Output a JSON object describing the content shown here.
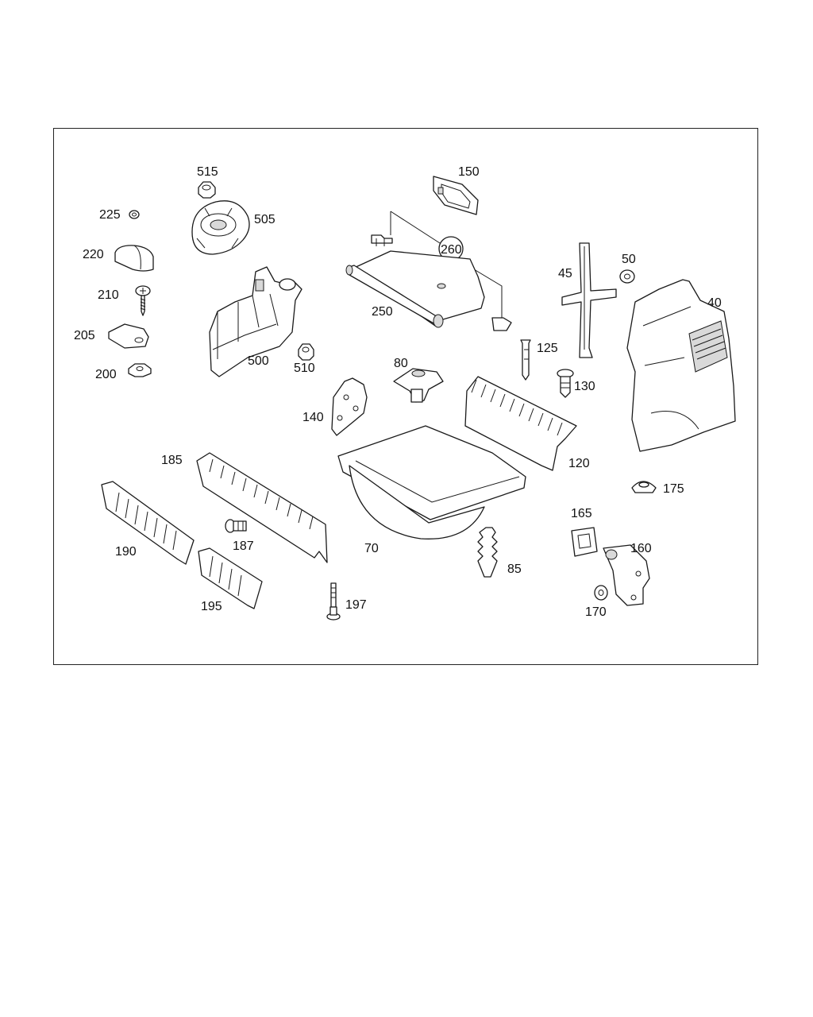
{
  "diagram": {
    "callouts": [
      {
        "id": "c515",
        "text": "515"
      },
      {
        "id": "c505",
        "text": "505"
      },
      {
        "id": "c225",
        "text": "225"
      },
      {
        "id": "c220",
        "text": "220"
      },
      {
        "id": "c210",
        "text": "210"
      },
      {
        "id": "c205",
        "text": "205"
      },
      {
        "id": "c200",
        "text": "200"
      },
      {
        "id": "c500",
        "text": "500"
      },
      {
        "id": "c510",
        "text": "510"
      },
      {
        "id": "c150",
        "text": "150"
      },
      {
        "id": "c260",
        "text": "260"
      },
      {
        "id": "c250",
        "text": "250"
      },
      {
        "id": "c45",
        "text": "45"
      },
      {
        "id": "c50",
        "text": "50"
      },
      {
        "id": "c40",
        "text": "40"
      },
      {
        "id": "c125",
        "text": "125"
      },
      {
        "id": "c130",
        "text": "130"
      },
      {
        "id": "c80",
        "text": "80"
      },
      {
        "id": "c140",
        "text": "140"
      },
      {
        "id": "c120",
        "text": "120"
      },
      {
        "id": "c185",
        "text": "185"
      },
      {
        "id": "c175",
        "text": "175"
      },
      {
        "id": "c165",
        "text": "165"
      },
      {
        "id": "c160",
        "text": "160"
      },
      {
        "id": "c187",
        "text": "187"
      },
      {
        "id": "c190",
        "text": "190"
      },
      {
        "id": "c70",
        "text": "70"
      },
      {
        "id": "c85",
        "text": "85"
      },
      {
        "id": "c170",
        "text": "170"
      },
      {
        "id": "c195",
        "text": "195"
      },
      {
        "id": "c197",
        "text": "197"
      }
    ]
  }
}
